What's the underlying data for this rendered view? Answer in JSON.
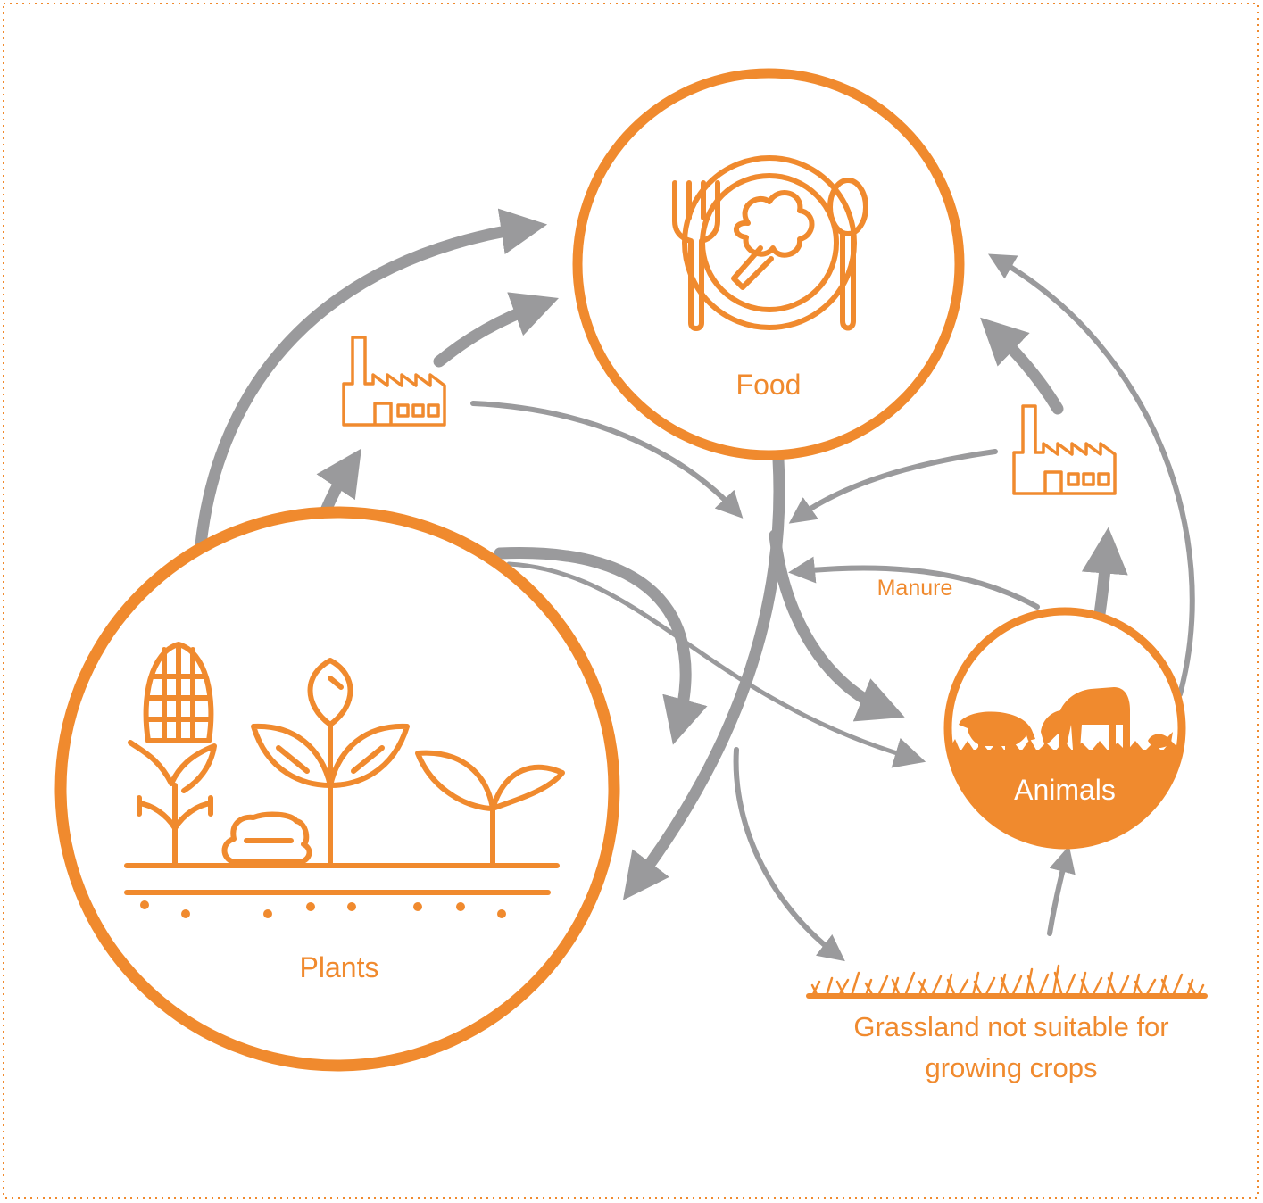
{
  "colors": {
    "orange": "#f08a2e",
    "arrow_gray": "#9a9a9c",
    "frame_dots": "#f08a2e",
    "background": "#ffffff"
  },
  "nodes": {
    "food": {
      "label": "Food",
      "icon": "plate-with-fork-spoon-icon"
    },
    "plants": {
      "label": "Plants",
      "icon": "crops-icon"
    },
    "animals": {
      "label": "Animals",
      "icon": "livestock-icon"
    },
    "grassland": {
      "label_line1": "Grassland not suitable for",
      "label_line2": "growing crops",
      "icon": "grass-icon"
    },
    "factory_left": {
      "icon": "factory-icon"
    },
    "factory_right": {
      "icon": "factory-icon"
    }
  },
  "edge_labels": {
    "manure": "Manure"
  }
}
